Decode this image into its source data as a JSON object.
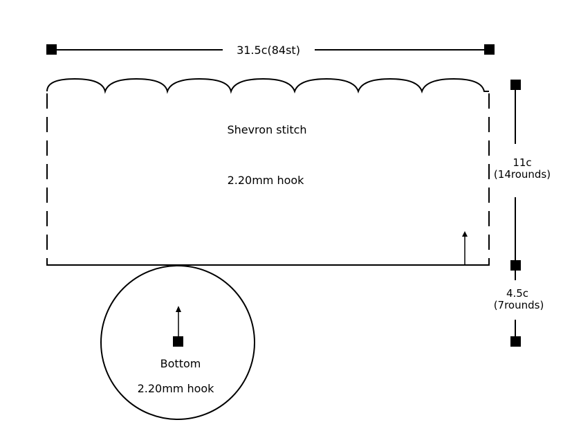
{
  "diagram": {
    "width_label": "31.5c(84st)",
    "body_stitch_label": "Shevron stitch",
    "body_hook_label": "2.20mm hook",
    "height_label_value": "11c",
    "height_label_rounds": "(14rounds)",
    "bottom_height_value": "4.5c",
    "bottom_height_rounds": "(7rounds)",
    "bottom_label": "Bottom",
    "bottom_hook_label": "2.20mm hook"
  }
}
